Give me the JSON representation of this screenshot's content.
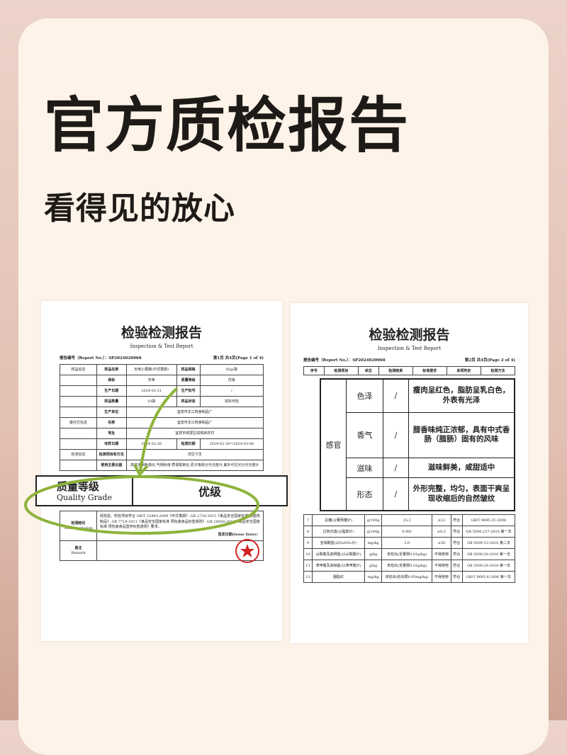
{
  "header": {
    "title": "官方质检报告",
    "subtitle": "看得见的放心"
  },
  "doc_left": {
    "title": "检验检测报告",
    "subtitle": "Inspection & Test Report",
    "report_no": "报告编号（Report No.）：SP2024020068",
    "page": "第1页 共4页(Page 1 of 4)",
    "rows": [
      [
        "样品信息",
        "样品名称",
        "天味小香肠(中式香肠)",
        "样品规格",
        "85g/袋"
      ],
      [
        "",
        "商标",
        "天味",
        "质量等级",
        "优级"
      ],
      [
        "",
        "生产日期",
        "2024-02-21",
        "生产批号",
        "/"
      ],
      [
        "",
        "样品数量",
        "10袋",
        "样品状态",
        "完好可检"
      ],
      [
        "",
        "生产单位",
        "宜宾市长江肉食制品厂",
        "",
        ""
      ],
      [
        "委托方信息",
        "名称",
        "宜宾市长江肉食制品厂",
        "",
        ""
      ],
      [
        "",
        "地址",
        "宜宾市翠屏区高铁新农村",
        "",
        ""
      ],
      [
        "",
        "收样日期",
        "2024-02-26",
        "检测日期",
        "2024-02-26～2024-03-06"
      ],
      [
        "检测信息",
        "检测项目和方法",
        "详见下页",
        "",
        ""
      ],
      [
        "",
        "使用主要仪器",
        "高效液相色谱仪,气相色谱-质谱联用仪,原子吸收分光光度计,紫外可见光分光光度计",
        "",
        ""
      ]
    ],
    "quality_grade_cn": "质量等级",
    "quality_grade_en": "Quality Grade",
    "quality_grade_value": "优级",
    "conclusion_label": "检测结论",
    "conclusion_label_en": "Test Conclusion",
    "conclusion_text": "经检验，所检项目符合 GB/T 23493-2009《中式香肠》,GB 2730-2015《食品安全国家标准 腌腊肉制品》,GB 7718-2011《食品安全国家标准 预包装食品标签通则》,GB 28050-2011《食品安全国家标准 预包装食品营养标签通则》要求。",
    "issue_date_label": "签发日期(Issue Date)：",
    "remark_label": "备注",
    "remark_label_en": "Remark"
  },
  "doc_right": {
    "title": "检验检测报告",
    "subtitle": "Inspection & Test Report",
    "report_no": "报告编号（Report No.）：SP2024020068",
    "page": "第2页 共4页(Page 2 of 4)",
    "headers": [
      "序号",
      "检测项目",
      "单位",
      "检测结果",
      "标准要求",
      "单项判定",
      "检测方法"
    ],
    "sensory_label": "感官",
    "sensory": [
      {
        "name": "色泽",
        "result": "/",
        "desc": "瘦肉呈红色，脂肪呈乳白色，外表有光泽"
      },
      {
        "name": "香气",
        "result": "/",
        "desc": "腊香味纯正浓郁，具有中式香肠（腊肠）固有的风味"
      },
      {
        "name": "滋味",
        "result": "/",
        "desc": "滋味鲜美，咸甜适中"
      },
      {
        "name": "形态",
        "result": "/",
        "desc": "外形完整，均匀，表面干爽呈现收缩后的自然皱纹"
      }
    ],
    "rows": [
      [
        "7",
        "总糖(以葡萄糖计)",
        "g/100g",
        "15.2",
        "≤22",
        "符合",
        "GB/T 9695.31-2008"
      ],
      [
        "8",
        "过氧化值(以脂肪计)",
        "g/100g",
        "0.081",
        "≤0.5",
        "符合",
        "GB 5009.227-2016 第一法"
      ],
      [
        "9",
        "亚硝酸盐(以NaNO₂计)",
        "mg/kg",
        "3.0",
        "≤30",
        "符合",
        "GB 5009.33-2016 第二法"
      ],
      [
        "10",
        "山梨酸及其钾盐(以山梨酸计)",
        "g/kg",
        "未检出(定量限0.01g/kg)",
        "不得使用",
        "符合",
        "GB 5009.28-2016 第一法"
      ],
      [
        "11",
        "苯甲酸及其钠盐(以苯甲酸计)",
        "g/kg",
        "未检出(定量限0.01g/kg)",
        "不得使用",
        "符合",
        "GB 5009.28-2016 第一法"
      ],
      [
        "12",
        "胭脂红",
        "mg/kg",
        "未检出(检出限0.05mg/kg)",
        "不得使用",
        "符合",
        "GB/T 9695.6-2008 第一法"
      ]
    ]
  },
  "colors": {
    "highlight": "#8db33a",
    "stamp": "#d42222",
    "text": "#1e1a17"
  }
}
